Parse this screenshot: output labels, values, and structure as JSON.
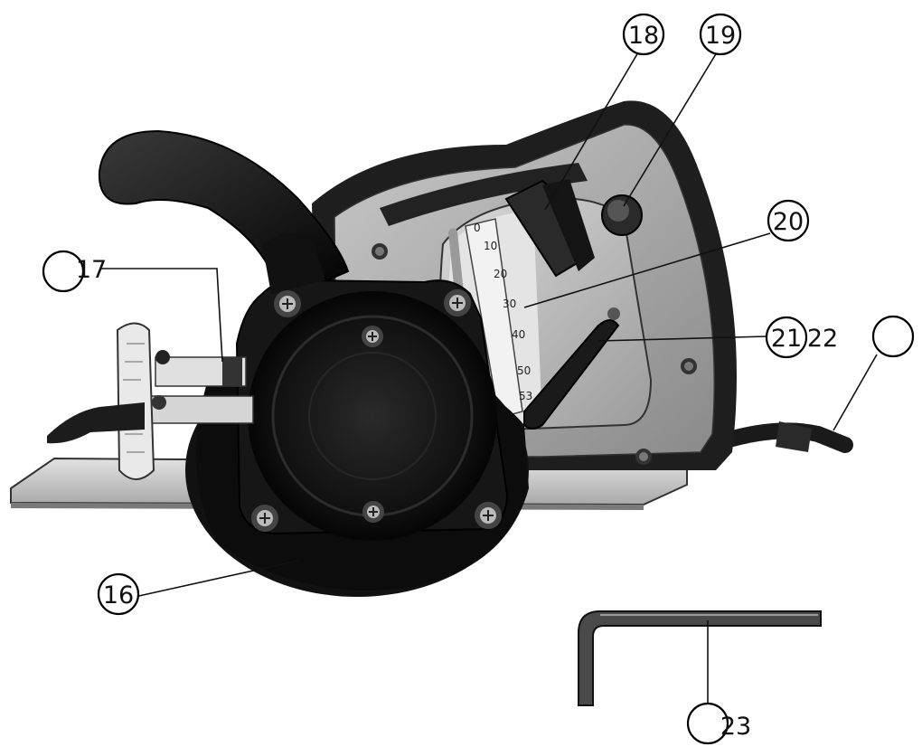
{
  "callouts": {
    "c16": "16",
    "c17": "17",
    "c18": "18",
    "c19": "19",
    "c20": "20",
    "c21": "21",
    "c22": "22",
    "c23": "23"
  },
  "bevel_scale": {
    "t0": "0",
    "t10": "10",
    "t20": "20",
    "t30": "30",
    "t40": "40",
    "t50": "50",
    "t53": "53"
  },
  "colors": {
    "body_light": "#b8b8b8",
    "body_mid": "#8e8e8e",
    "body_dark": "#1c1c1c",
    "base_plate": "#d4d4d4"
  }
}
